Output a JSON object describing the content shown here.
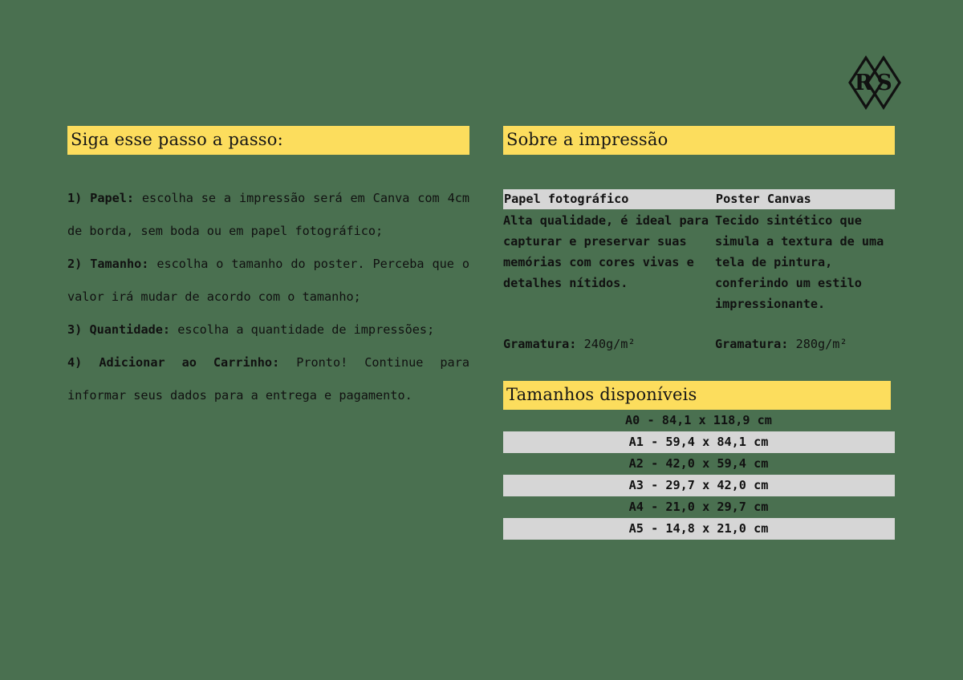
{
  "brand": {
    "logo_name": "rs-monogram-logo",
    "logo_letters": "RS"
  },
  "colors": {
    "background_green": "#4a7050",
    "banner_yellow": "#fcdd5d",
    "table_grey": "#d6d6d6",
    "text_black": "#111111"
  },
  "left": {
    "banner_title": "Siga esse passo a passo:",
    "steps": [
      {
        "number": "1)",
        "label": "Papel:",
        "text": " escolha se a impressão será em Canva com 4cm de borda, sem boda ou em papel fotográfico;"
      },
      {
        "number": "2)",
        "label": "Tamanho:",
        "text": " escolha o tamanho do poster. Perceba que o valor irá mudar de acordo com o tamanho;"
      },
      {
        "number": "3)",
        "label": "Quantidade:",
        "text": " escolha a quantidade de impressões;"
      },
      {
        "number": "4)",
        "label": "Adicionar ao Carrinho:",
        "text": " Pronto! Continue para informar seus dados para a entrega e pagamento."
      }
    ]
  },
  "right": {
    "banner_title": "Sobre a impressão",
    "paper_table": {
      "headers": [
        "Papel fotográfico",
        "Poster Canvas"
      ],
      "descriptions": [
        "Alta qualidade, é ideal para capturar e preservar suas memórias com cores vivas e detalhes nítidos.",
        "Tecido sintético que simula a textura de uma tela de pintura, conferindo um estilo impressionante."
      ],
      "gramatura_label": "Gramatura:",
      "gramatura_values": [
        "240g/m²",
        "280g/m²"
      ]
    },
    "sizes": {
      "banner_title": "Tamanhos disponíveis",
      "rows": [
        {
          "name": "A0",
          "dash": "-",
          "dimensions": "84,1 x 118,9 cm"
        },
        {
          "name": "A1",
          "dash": "-",
          "dimensions": "59,4 x 84,1 cm"
        },
        {
          "name": "A2",
          "dash": "-",
          "dimensions": "42,0 x 59,4 cm"
        },
        {
          "name": "A3",
          "dash": "-",
          "dimensions": "29,7 x 42,0 cm"
        },
        {
          "name": "A4",
          "dash": "-",
          "dimensions": "21,0 x 29,7 cm"
        },
        {
          "name": "A5",
          "dash": "-",
          "dimensions": "14,8 x 21,0 cm"
        }
      ]
    }
  }
}
